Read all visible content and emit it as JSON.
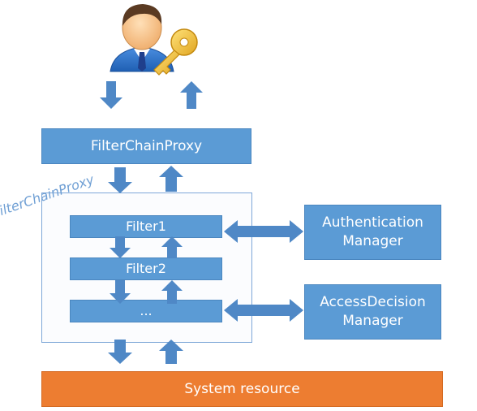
{
  "diagram": {
    "proxy": "FilterChainProxy",
    "chain_label": "FilterChainProxy",
    "filters": [
      "Filter1",
      "Filter2",
      "..."
    ],
    "authentication_manager": "Authentication\nManager",
    "access_decision_manager": "AccessDecision\nManager",
    "system_resource": "System resource"
  },
  "colors": {
    "box_blue": "#5b9bd5",
    "arrow_blue": "#4f88c6",
    "resource_orange": "#ed7d31"
  },
  "icons": {
    "user": "user-with-key-icon"
  }
}
